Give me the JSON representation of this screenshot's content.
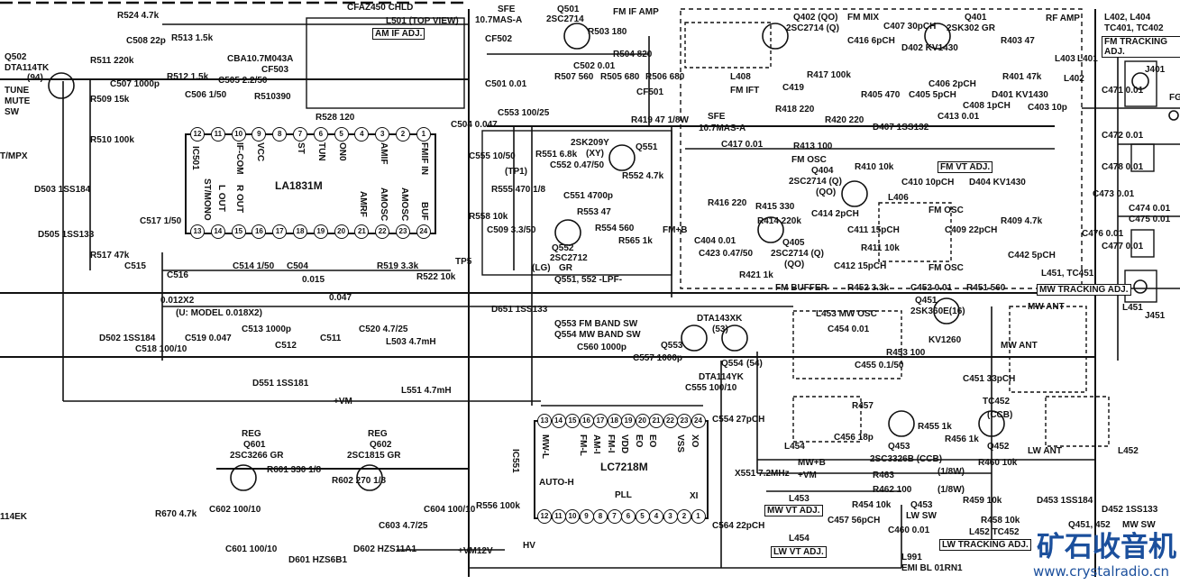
{
  "title": "Tuner schematic: LA1831M IF/MPX, LC7218M PLL, FM front end, MW/LW antenna section",
  "ic501": {
    "ref": "IC501",
    "part": "LA1831M",
    "pins_top": [
      "12",
      "11",
      "10",
      "9",
      "8",
      "7",
      "6",
      "5",
      "4",
      "3",
      "2",
      "1"
    ],
    "pins_bottom": [
      "13",
      "14",
      "15",
      "16",
      "17",
      "18",
      "19",
      "20",
      "21",
      "22",
      "23",
      "24"
    ]
  },
  "ic551": {
    "ref": "IC551",
    "part": "LC7218M",
    "sub": "PLL",
    "pins_top": [
      "13",
      "14",
      "15",
      "16",
      "17",
      "18",
      "19",
      "20",
      "21",
      "22",
      "23",
      "24"
    ],
    "pins_bottom": [
      "12",
      "11",
      "10",
      "9",
      "8",
      "7",
      "6",
      "5",
      "4",
      "3",
      "2",
      "1"
    ]
  },
  "boxed_labels": [
    "AM IF ADJ.",
    "FM TRACKING ADJ.",
    "FM VT ADJ.",
    "MW TRACKING ADJ.",
    "MW VT ADJ.",
    "LW VT ADJ.",
    "LW TRACKING ADJ."
  ],
  "labels": [
    "R524 4.7k",
    "Q502",
    "DTA114TK",
    "(94)",
    "TUNE",
    "MUTE",
    "SW",
    "T/MPX",
    "D503 1SS184",
    "D505 1SS133",
    "R511 220k",
    "R509 15k",
    "R510 100k",
    "C507 1000p",
    "C508 22p",
    "R513 1.5k",
    "R512 1.5k",
    "C506 1/50",
    "C505 2.2/50",
    "CBA10.7M043A",
    "CF503",
    "R510390",
    "CFAZ450 CHLD",
    "L501 (TOP VIEW)",
    "R528 120",
    "IF-COM",
    "VCC",
    "ST",
    "TUN",
    "ON0",
    "AMIF",
    "FMIF IN",
    "ST/MONO",
    "L OUT",
    "R OUT",
    "AMRF",
    "AMOSC",
    "AMOSC",
    "BUF",
    "C517 1/50",
    "R517 47k",
    "C515",
    "C516",
    "0.012X2",
    "(U: MODEL 0.018X2)",
    "C514 1/50",
    "C504",
    "0.015",
    "0.047",
    "R519 3.3k",
    "R522 10k",
    "TP5",
    "D502 1SS184",
    "C518 100/10",
    "C519 0.047",
    "C513 1000p",
    "C512",
    "C511",
    "C520 4.7/25",
    "L503 4.7mH",
    "D551 1SS181",
    "L551 4.7mH",
    "+VM",
    "REG",
    "Q601",
    "2SC3266 GR",
    "REG",
    "Q602",
    "2SC1815 GR",
    "C602 100/10",
    "R601 330 1/8",
    "R602 270 1/8",
    "C603 4.7/25",
    "C604 100/10",
    "C601 100/10",
    "D601 HZS6B1",
    "D602 HZS11A1",
    "R670 4.7k",
    "114EK",
    "+VM12V",
    "HV",
    "SFE",
    "10.7MAS-A",
    "CF502",
    "Q501",
    "2SC2714",
    "FM IF AMP",
    "R503 180",
    "R504 820",
    "C502 0.01",
    "R505 680",
    "R506 680",
    "C501 0.01",
    "R507 560",
    "CF501",
    "C504 0.047",
    "C553 100/25",
    "R419 47 1/8W",
    "SFE",
    "10.7MAS-A",
    "C417 0.01",
    "R413 100",
    "2SK209Y",
    "(XY)",
    "C552 0.47/50",
    "Q551",
    "R551 6.8k",
    "(TP1)",
    "C551 4700p",
    "R552 4.7k",
    "R553 47",
    "Q552",
    "2SC2712",
    "GR",
    "(LG)",
    "R554 560",
    "R565 1k",
    "R558 10k",
    "C509 3.3/50",
    "R555 470 1/8",
    "C555 10/50",
    "FM+B",
    "Q551, 552 -LPF-",
    "Q553 FM BAND SW",
    "Q554 MW BAND SW",
    "D651 1SS133",
    "C560 1000p",
    "C557 1000p",
    "DTA143XK",
    "Q553",
    "(53)",
    "Q554",
    "(54)",
    "DTA114YK",
    "C555 100/10",
    "AUTO-H",
    "MW-L",
    "FM-L",
    "AM-I",
    "FM-I",
    "VDD",
    "EO",
    "EO",
    "VSS",
    "XO",
    "XI",
    "C554 27pCH",
    "X551 7.2MHz",
    "C564 22pCH",
    "R556 100k",
    "FM MIX",
    "Q402 (QO)",
    "2SC2714 (Q)",
    "Q401",
    "2SK302 GR",
    "RF AMP",
    "L402, L404",
    "TC401, TC402",
    "L408",
    "FM IFT",
    "J401",
    "FG",
    "C471 0.01",
    "C472 0.01",
    "C478 0.01",
    "C473 0.01",
    "C474 0.01",
    "C475 0.01",
    "C476 0.01",
    "C477 0.01",
    "R420 220",
    "D407 1SS132",
    "C413 0.01",
    "FM OSC",
    "Q404",
    "2SC2714 (Q)",
    "(QO)",
    "C410 10pCH",
    "D404 KV1430",
    "L406",
    "R415 330",
    "R416 220",
    "C404 0.01",
    "C423 0.47/50",
    "R421 1k",
    "Q405",
    "2SC2714 (Q)",
    "(QO)",
    "FM OSC",
    "L451, TC451",
    "FM BUFFER",
    "R452 3.3k",
    "C452 0.01",
    "R451 560",
    "J451",
    "Q451",
    "2SK360E(16)",
    "L453 MW OSC",
    "MW ANT",
    "L451",
    "KV1260",
    "MW ANT",
    "LW ANT",
    "L452",
    "L454",
    "Q453",
    "Q452",
    "(CCB)",
    "2SC3326B (CCB)",
    "MW+B",
    "+VM",
    "R463",
    "R462 100",
    "(1/8W)",
    "(1/8W)",
    "L453",
    "L454",
    "Q453",
    "LW SW",
    "R458 10k",
    "L452 TC452",
    "C460 0.01",
    "L991",
    "EMI BL 01RN1",
    "Q451, 452",
    "MW SW",
    "D453 1SS184",
    "D452 1SS133",
    "R459 10k",
    "R460 10k",
    "C457 56pCH",
    "R454 10k",
    "C456 18p",
    "C451 33pCH",
    "TC452",
    "C454 0.01",
    "C455 0.1/50",
    "R453 100",
    "R457",
    "R455 1k",
    "R456 1k",
    "R418 220",
    "C416 6pCH",
    "C407 30pCH",
    "D402 KV1430",
    "R403 47",
    "L403",
    "L401",
    "C403 10p",
    "R417 100k",
    "R414 220k",
    "C412 15pCH",
    "C411 15pCH",
    "C409 22pCH",
    "R409 4.7k",
    "C442 5pCH",
    "R411 10k",
    "R410 10k",
    "C414 2pCH",
    "C408 1pCH",
    "C405 5pCH",
    "R405 470",
    "C406 2pCH",
    "D401 KV1430",
    "R401 47k",
    "C419",
    "L402",
    "FM OSC"
  ],
  "watermark": {
    "cn": "矿石收音机",
    "url": "www.crystalradio.cn"
  }
}
